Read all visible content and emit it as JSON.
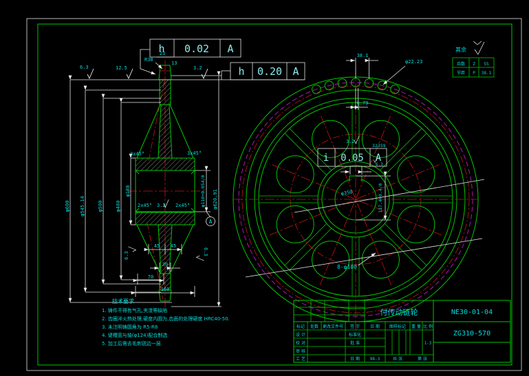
{
  "colors": {
    "background": "#000000",
    "geometry_green": "#00c800",
    "text_cyan": "#00dcdc",
    "centerline_red": "#c81414",
    "pitch_magenta": "#c814c8",
    "dim_white": "#e8e8e8"
  },
  "rest_mark_label": "其余",
  "param_table": {
    "rows": [
      {
        "name": "齿数",
        "sym": "Z",
        "val": "55"
      },
      {
        "name": "节距",
        "sym": "P",
        "val": "38.1"
      }
    ]
  },
  "tol_frames": {
    "f1": {
      "sym": "h",
      "val": "0.02",
      "datum": "A"
    },
    "f2": {
      "sym": "h",
      "val": "0.20",
      "datum": "A"
    },
    "f3": {
      "sym": "i",
      "val": "0.05",
      "datum": "A"
    }
  },
  "left_view": {
    "r38": "R38",
    "dim_23": "23",
    "dim_13": "13",
    "ra_63_top": "6.3",
    "ra_125_top": "12.5",
    "ra_32_top": "3.2",
    "dia_600": "φ600",
    "dia_545": "φ545.14",
    "dia_500": "φ500",
    "dia_480": "φ480",
    "dia_180": "φ180",
    "dia_110": "φ110+0.054/0",
    "dia_620": "φ620.91",
    "datum_a": "A",
    "cham_3x45_l": "3x45°",
    "cham_3x45_r": "3x45°",
    "cham_2x45_l": "2x45°",
    "cham_2x45_r": "2x45°",
    "ra_32_bore": "3.2",
    "dim_45_l": "45",
    "dim_45_r": "45",
    "dim_30": "30",
    "dim_70": "70",
    "dim_160": "160",
    "ra_63_bl": "6.3",
    "ra_63_br": "6.3"
  },
  "right_view": {
    "pitch": "38.1",
    "roller": "φ22.23",
    "seat": "6.79",
    "ra_32": "3.2",
    "ra_63": "6.3",
    "key_width": "32JS9",
    "key_depth": "117.4+0.4/0",
    "bolt_circle": "φ350",
    "holes": "8-φ100"
  },
  "notes": {
    "title": "技术要求",
    "items": [
      "1. 铸件不得有气孔,夹渣等缺陷",
      "2. 齿圈淬火热处理,硬度内圆为,齿面的处理硬度  HRC40-50.",
      "3. 未注明铸圆角为 R5-R8",
      "4. 键槽宽与轴(φ124)配合制选",
      "5. 加工后需去毛刺锐边一层"
    ]
  },
  "title_block": {
    "part_name": "付传动链轮",
    "drawing_no": "NE30-01-04",
    "material": "ZG310-570",
    "rev_cols": [
      "标记",
      "处数",
      "更改文件号",
      "签 字",
      "日 期"
    ],
    "r1": "设 计",
    "r2": "校 对",
    "r3": "审 核",
    "r4": "工 艺",
    "s1": "标准化",
    "s2": "批 准",
    "s3": "日 期",
    "date": "98-3",
    "mark": "图样标记",
    "weight": "重 量",
    "scale_lbl": "比 例",
    "scale": "1-3",
    "sheet1": "共  张",
    "sheet2": "第  张"
  }
}
